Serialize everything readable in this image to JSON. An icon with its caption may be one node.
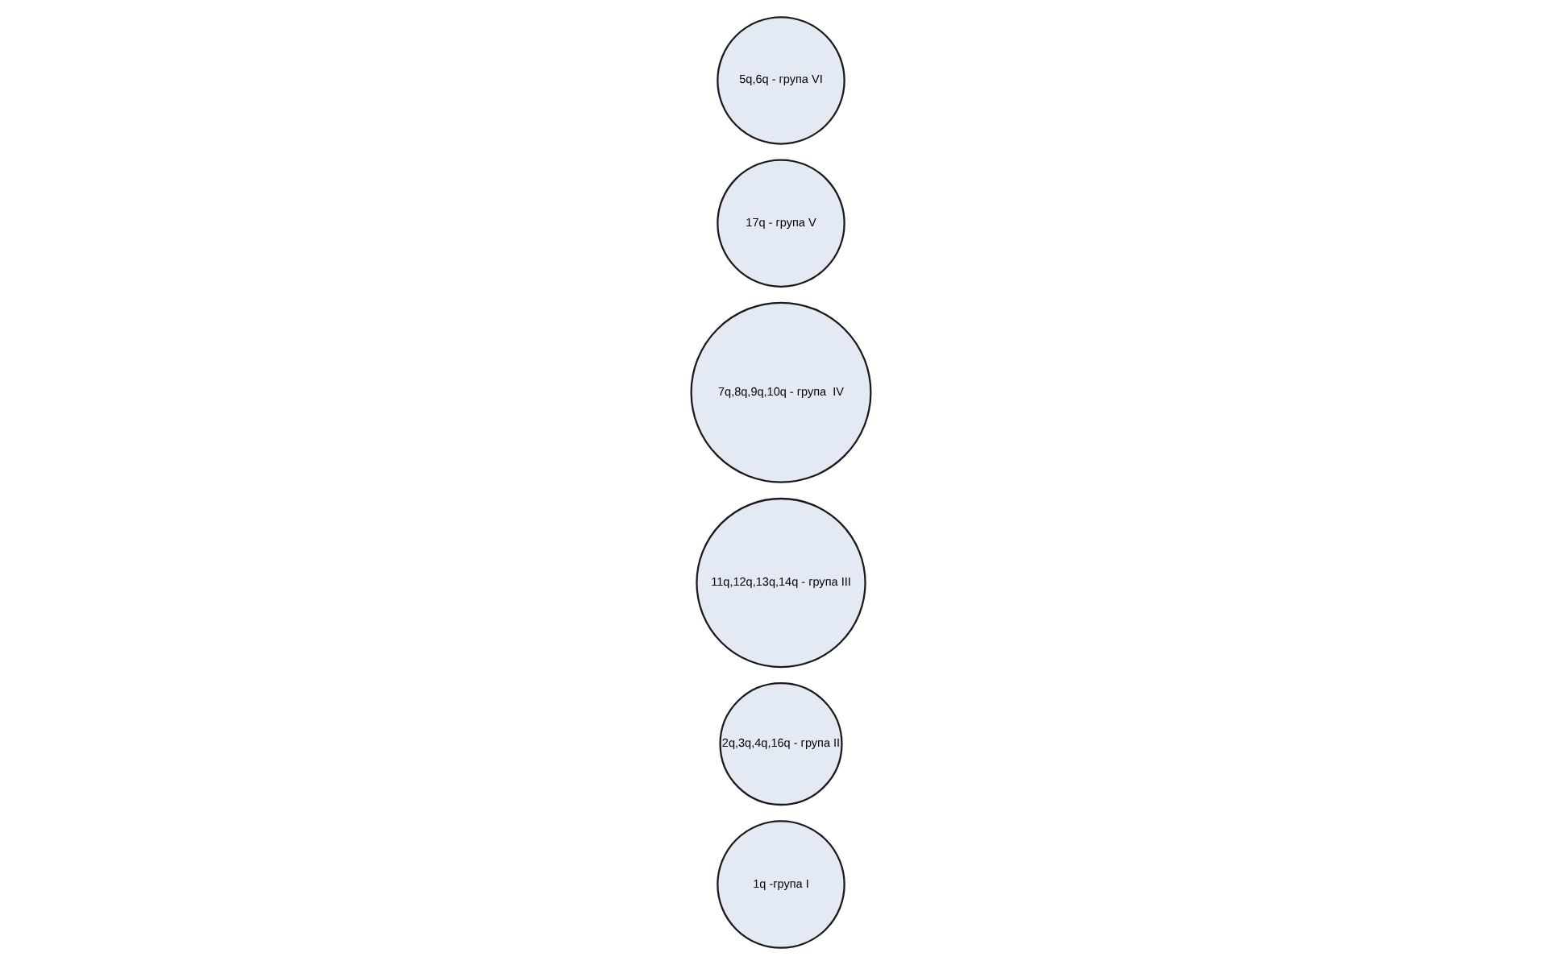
{
  "diagram": {
    "nodes": [
      {
        "text": [
          "1q -група I"
        ]
      },
      {
        "text": [
          "2q,3q,4q,16q - група II"
        ]
      },
      {
        "text": [
          "11q,12q,13q,14q - група III"
        ]
      },
      {
        "text": [
          "7q,8q,9q,10q - група  IV"
        ]
      },
      {
        "text": [
          "17q - група V"
        ]
      },
      {
        "text": [
          "5q,6q - група VI"
        ]
      }
    ]
  }
}
